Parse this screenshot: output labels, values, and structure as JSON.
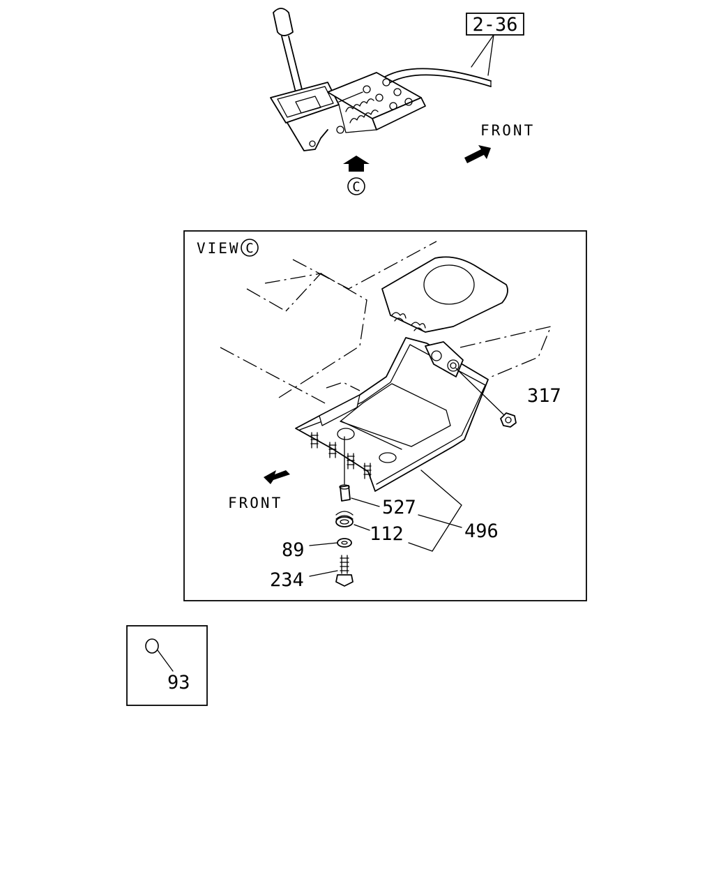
{
  "top_view": {
    "ref_box": "2-36",
    "front_label": "FRONT",
    "view_marker": "C"
  },
  "detail_view": {
    "title_prefix": "VIEW",
    "title_marker": "C",
    "front_label": "FRONT",
    "callouts": [
      "317",
      "527",
      "112",
      "496",
      "89",
      "234"
    ]
  },
  "inset": {
    "callout": "93"
  }
}
